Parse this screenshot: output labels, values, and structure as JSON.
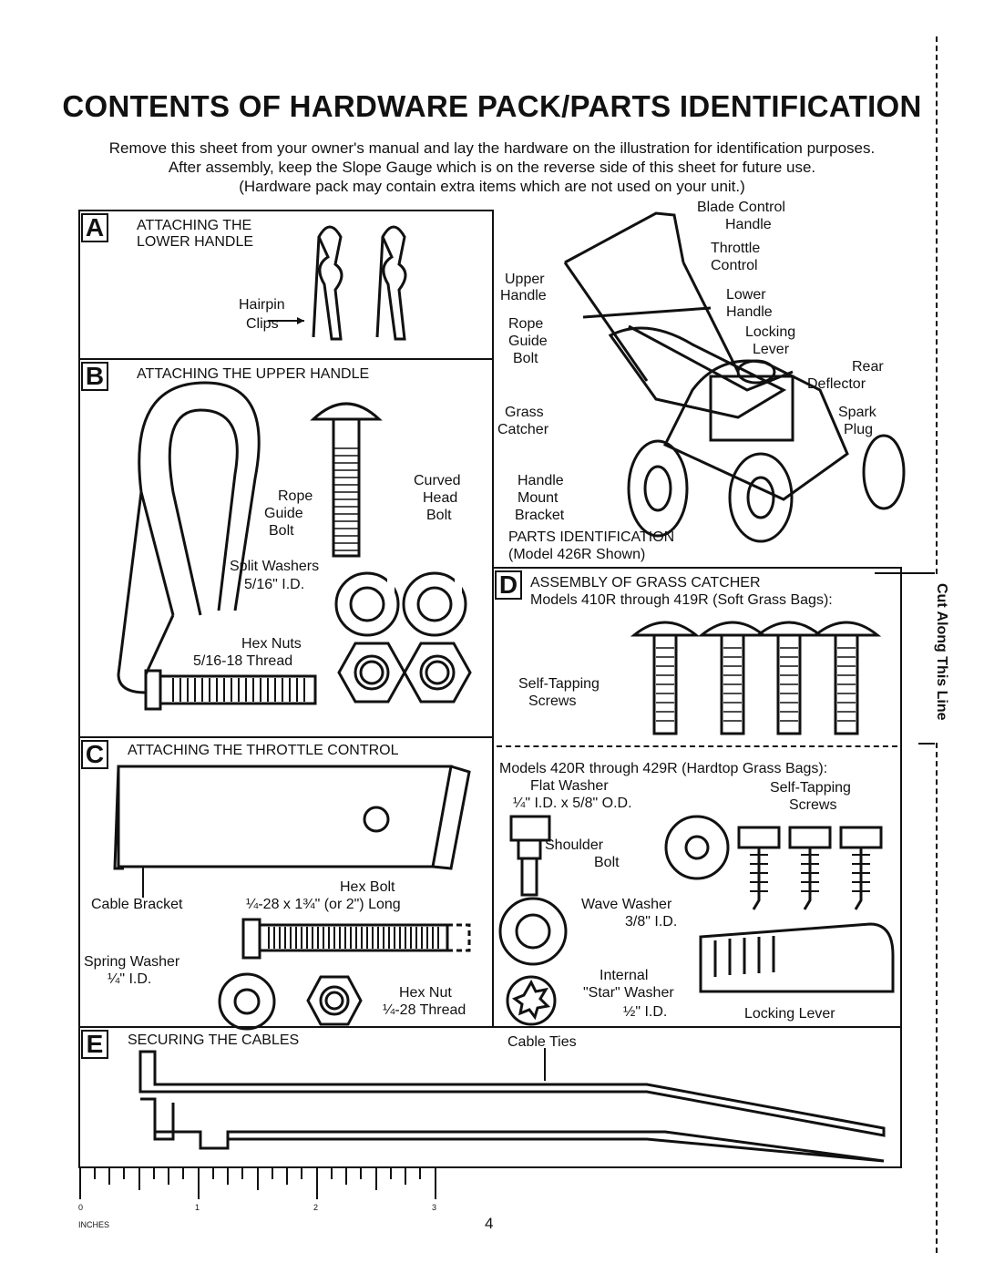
{
  "title": "CONTENTS OF HARDWARE PACK/PARTS IDENTIFICATION",
  "intro": {
    "line1": "Remove this sheet from your owner's manual and lay the hardware on the illustration for identification purposes.",
    "line2": "After assembly, keep the Slope Gauge which is on the reverse side of this sheet for future use.",
    "line3": "(Hardware pack may contain extra items which are not used on your unit.)"
  },
  "section_a": {
    "letter": "A",
    "heading_line1": "ATTACHING THE",
    "heading_line2": "LOWER HANDLE",
    "hairpin_line1": "Hairpin",
    "hairpin_line2": "Clips"
  },
  "section_b": {
    "letter": "B",
    "heading": "ATTACHING THE UPPER HANDLE",
    "rope_line1": "Rope",
    "rope_line2": "Guide",
    "rope_line3": "Bolt",
    "curved_line1": "Curved",
    "curved_line2": "Head",
    "curved_line3": "Bolt",
    "split_line1": "Split Washers",
    "split_line2": "5/16\" I.D.",
    "hex_line1": "Hex Nuts",
    "hex_line2": "5/16-18 Thread"
  },
  "section_c": {
    "letter": "C",
    "heading": "ATTACHING THE THROTTLE CONTROL",
    "cable_bracket": "Cable Bracket",
    "hex_bolt_line1": "Hex Bolt",
    "hex_bolt_line2": "¼-28 x 1¾\" (or 2\") Long",
    "spring_line1": "Spring Washer",
    "spring_line2": "¼\" I.D.",
    "hexnut_line1": "Hex Nut",
    "hexnut_line2": "¼-28 Thread"
  },
  "mower": {
    "blade_control_1": "Blade Control",
    "blade_control_2": "Handle",
    "throttle_1": "Throttle",
    "throttle_2": "Control",
    "upper_1": "Upper",
    "upper_2": "Handle",
    "lower_1": "Lower",
    "lower_2": "Handle",
    "rope_1": "Rope",
    "rope_2": "Guide",
    "rope_3": "Bolt",
    "locking_1": "Locking",
    "locking_2": "Lever",
    "rear_1": "Rear",
    "rear_2": "Deflector",
    "grass_1": "Grass",
    "grass_2": "Catcher",
    "spark_1": "Spark",
    "spark_2": "Plug",
    "mount_1": "Handle",
    "mount_2": "Mount",
    "mount_3": "Bracket",
    "parts_id_1": "PARTS IDENTIFICATION",
    "parts_id_2": "(Model 426R Shown)"
  },
  "section_d": {
    "letter": "D",
    "heading": "ASSEMBLY OF GRASS CATCHER",
    "models_soft": "Models 410R through 419R (Soft Grass Bags):",
    "self_tap_1": "Self-Tapping",
    "self_tap_2": "Screws",
    "models_hard": "Models 420R through 429R (Hardtop Grass Bags):",
    "flat_1": "Flat Washer",
    "flat_2": "¼\" I.D. x 5/8\" O.D.",
    "st2_1": "Self-Tapping",
    "st2_2": "Screws",
    "shoulder_1": "Shoulder",
    "shoulder_2": "Bolt",
    "wave_1": "Wave Washer",
    "wave_2": "3/8\" I.D.",
    "internal_1": "Internal",
    "internal_2": "\"Star\" Washer",
    "internal_3": "½\" I.D.",
    "locking_lever": "Locking Lever"
  },
  "section_e": {
    "letter": "E",
    "heading": "SECURING THE CABLES",
    "cable_ties": "Cable Ties"
  },
  "ruler": {
    "n0": "0",
    "n1": "1",
    "n2": "2",
    "n3": "3",
    "unit": "INCHES"
  },
  "page_number": "4",
  "cut_line": "Cut Along This Line"
}
